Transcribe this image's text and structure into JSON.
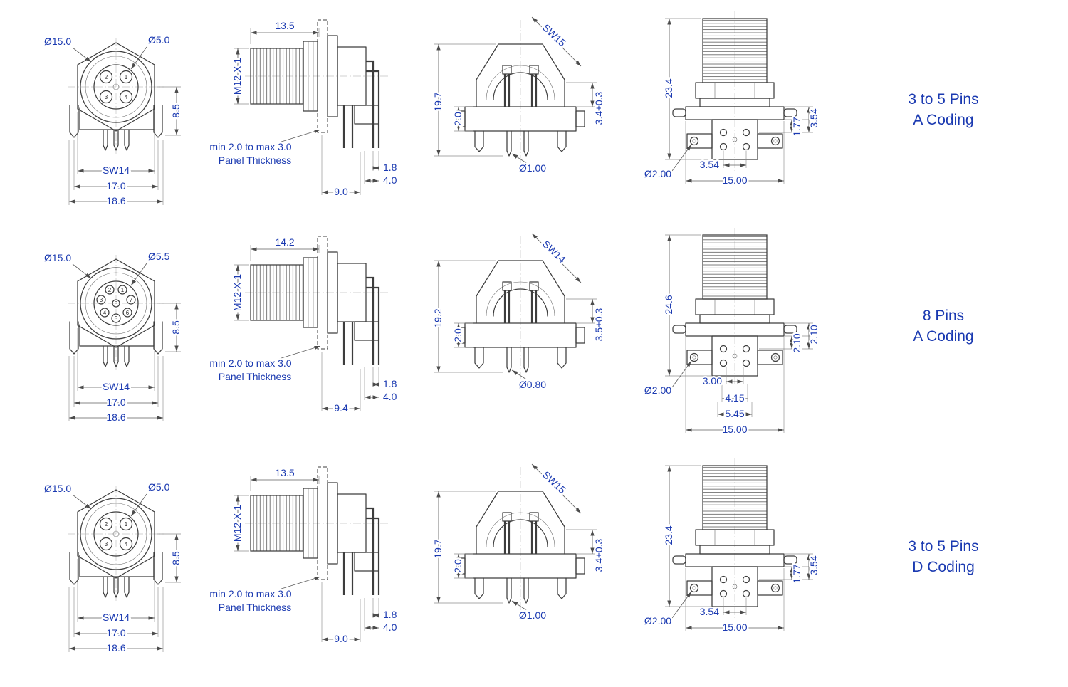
{
  "colors": {
    "line": "#3d3d3d",
    "dim_text": "#1b3ab1",
    "background": "#ffffff"
  },
  "rows": [
    {
      "caption": {
        "line1": "3 to 5 Pins",
        "line2": "A Coding"
      },
      "front": {
        "outer_dia": "Ø15.0",
        "inner_dia": "Ø5.0",
        "height": "8.5",
        "hex_flats": "SW14",
        "width_inner": "17.0",
        "width_outer": "18.6",
        "pins": {
          "p1": "1",
          "p2": "2",
          "p3": "3",
          "p4": "4"
        }
      },
      "side": {
        "length": "13.5",
        "thread": "M12 X 1",
        "panel_note_line1": "min 2.0 to max 3.0",
        "panel_note_line2": "Panel Thickness",
        "pin_pitch": "1.8",
        "pin_row_offset": "4.0",
        "pin_depth": "9.0"
      },
      "angled": {
        "hex_flats": "SW15",
        "height": "19.7",
        "offset": "2.0",
        "pin_length": "3.4±0.3",
        "pin_dia": "Ø1.00"
      },
      "rear": {
        "height": "23.4",
        "right1": "1.77",
        "right2": "3.54",
        "hole_dia": "Ø2.00",
        "bottom1": "3.54",
        "bottom2": "15.00"
      }
    },
    {
      "caption": {
        "line1": "8 Pins",
        "line2": "A Coding"
      },
      "front": {
        "outer_dia": "Ø15.0",
        "inner_dia": "Ø5.5",
        "height": "8.5",
        "hex_flats": "SW14",
        "width_inner": "17.0",
        "width_outer": "18.6",
        "pins": {
          "p1": "1",
          "p2": "2",
          "p3": "3",
          "p4": "4",
          "p5": "5",
          "p6": "6",
          "p7": "7",
          "p8": "8"
        }
      },
      "side": {
        "length": "14.2",
        "thread": "M12 X 1",
        "panel_note_line1": "min 2.0 to max 3.0",
        "panel_note_line2": "Panel Thickness",
        "pin_pitch": "1.8",
        "pin_row_offset": "4.0",
        "pin_depth": "9.4"
      },
      "angled": {
        "hex_flats": "SW14",
        "height": "19.2",
        "offset": "2.0",
        "pin_length": "3.5±0.3",
        "pin_dia": "Ø0.80"
      },
      "rear": {
        "height": "24.6",
        "right1": "2.10",
        "right2": "2.10",
        "hole_dia": "Ø2.00",
        "bottom1": "3.00",
        "bottom2": "4.15",
        "bottom3": "5.45",
        "bottom4": "15.00"
      }
    },
    {
      "caption": {
        "line1": "3 to 5 Pins",
        "line2": "D Coding"
      },
      "front": {
        "outer_dia": "Ø15.0",
        "inner_dia": "Ø5.0",
        "height": "8.5",
        "hex_flats": "SW14",
        "width_inner": "17.0",
        "width_outer": "18.6",
        "pins": {
          "p1": "1",
          "p2": "2",
          "p3": "3",
          "p4": "4"
        }
      },
      "side": {
        "length": "13.5",
        "thread": "M12 X 1",
        "panel_note_line1": "min 2.0 to max 3.0",
        "panel_note_line2": "Panel Thickness",
        "pin_pitch": "1.8",
        "pin_row_offset": "4.0",
        "pin_depth": "9.0"
      },
      "angled": {
        "hex_flats": "SW15",
        "height": "19.7",
        "offset": "2.0",
        "pin_length": "3.4±0.3",
        "pin_dia": "Ø1.00"
      },
      "rear": {
        "height": "23.4",
        "right1": "1.77",
        "right2": "3.54",
        "hole_dia": "Ø2.00",
        "bottom1": "3.54",
        "bottom2": "15.00"
      }
    }
  ]
}
